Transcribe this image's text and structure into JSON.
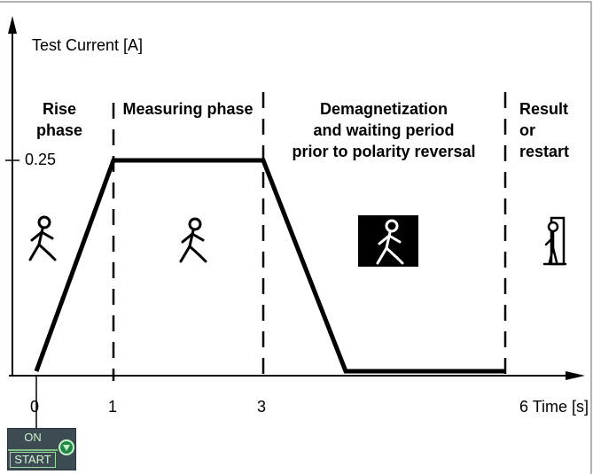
{
  "chart_data": {
    "type": "line",
    "ylabel": "Test Current [A]",
    "xlabel": "Time [s]",
    "x_ticks": [
      "0",
      "1",
      "3",
      "6"
    ],
    "y_ticks": [
      "0.25"
    ],
    "series": [
      {
        "x": [
          0,
          1,
          3,
          4,
          6
        ],
        "y": [
          0,
          0.25,
          0.25,
          0,
          0
        ]
      }
    ],
    "phase_boundaries": [
      1,
      3,
      6
    ],
    "phases": [
      {
        "label": "Rise phase",
        "lines": [
          "Rise",
          "phase"
        ]
      },
      {
        "label": "Measuring phase",
        "lines": [
          "Measuring phase"
        ]
      },
      {
        "label": "Demagnetization and waiting period prior to polarity reversal",
        "lines": [
          "Demagnetization",
          "and waiting period",
          "prior to polarity reversal"
        ]
      },
      {
        "label": "Result or restart",
        "lines": [
          "Result",
          "or",
          "restart"
        ]
      }
    ],
    "icons": [
      "walking-person-icon",
      "walking-person-icon",
      "walking-person-inverted-icon",
      "standing-person-icon"
    ],
    "colors": {
      "line": "#000000",
      "frame": "#9a9a9a",
      "button_bg": "#3d4b52",
      "button_accent": "#1f8a47"
    }
  },
  "button": {
    "on_label": "ON",
    "start_label": "START"
  }
}
